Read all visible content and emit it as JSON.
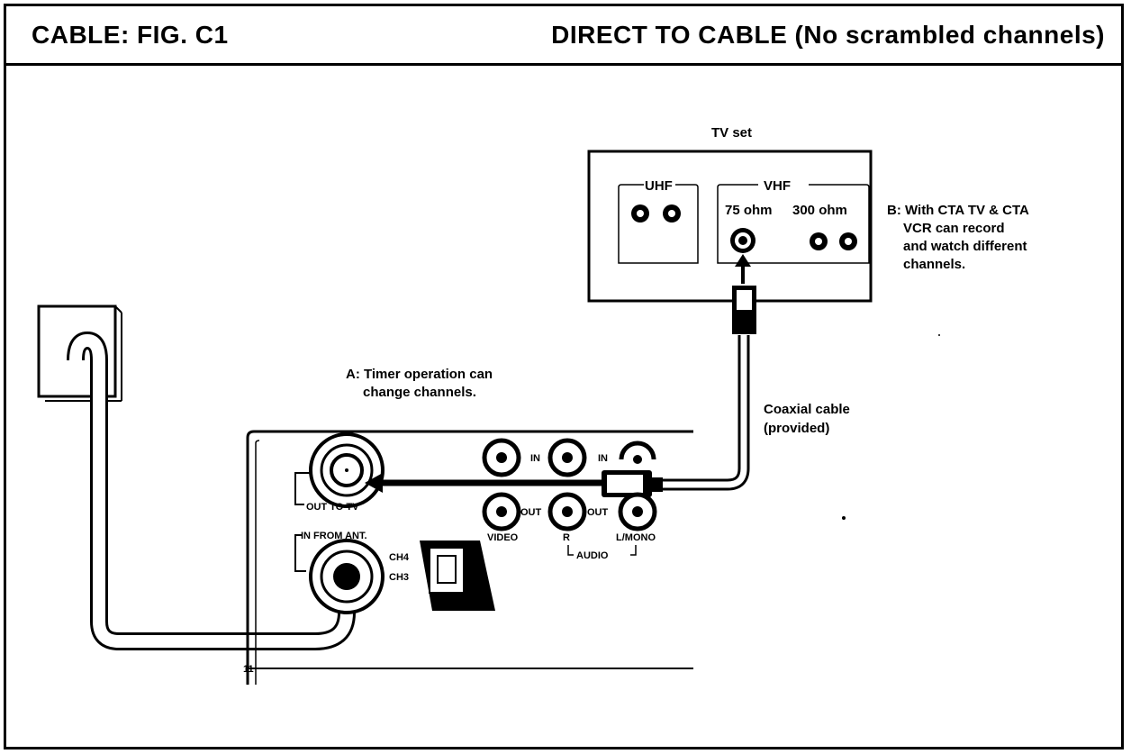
{
  "header": {
    "left_title": "CABLE: FIG. C1",
    "right_title": "DIRECT TO CABLE (No scrambled channels)"
  },
  "tv": {
    "title": "TV set",
    "uhf_label": "UHF",
    "vhf_label": "VHF",
    "ohm75_label": "75 ohm",
    "ohm300_label": "300 ohm"
  },
  "note_b": {
    "line1": "B: With CTA TV & CTA",
    "line2": "VCR can record",
    "line3": "and watch different",
    "line4": "channels."
  },
  "note_a": {
    "line1": "A: Timer operation can",
    "line2": "change channels."
  },
  "cable_label": {
    "line1": "Coaxial cable",
    "line2": "(provided)"
  },
  "vcr": {
    "out_to_tv": "OUT TO TV",
    "in_from_ant": "IN FROM ANT.",
    "ch4": "CH4",
    "ch3": "CH3",
    "in_label": "IN",
    "out_label": "OUT",
    "video": "VIDEO",
    "r": "R",
    "l_mono": "L/MONO",
    "audio": "AUDIO"
  }
}
